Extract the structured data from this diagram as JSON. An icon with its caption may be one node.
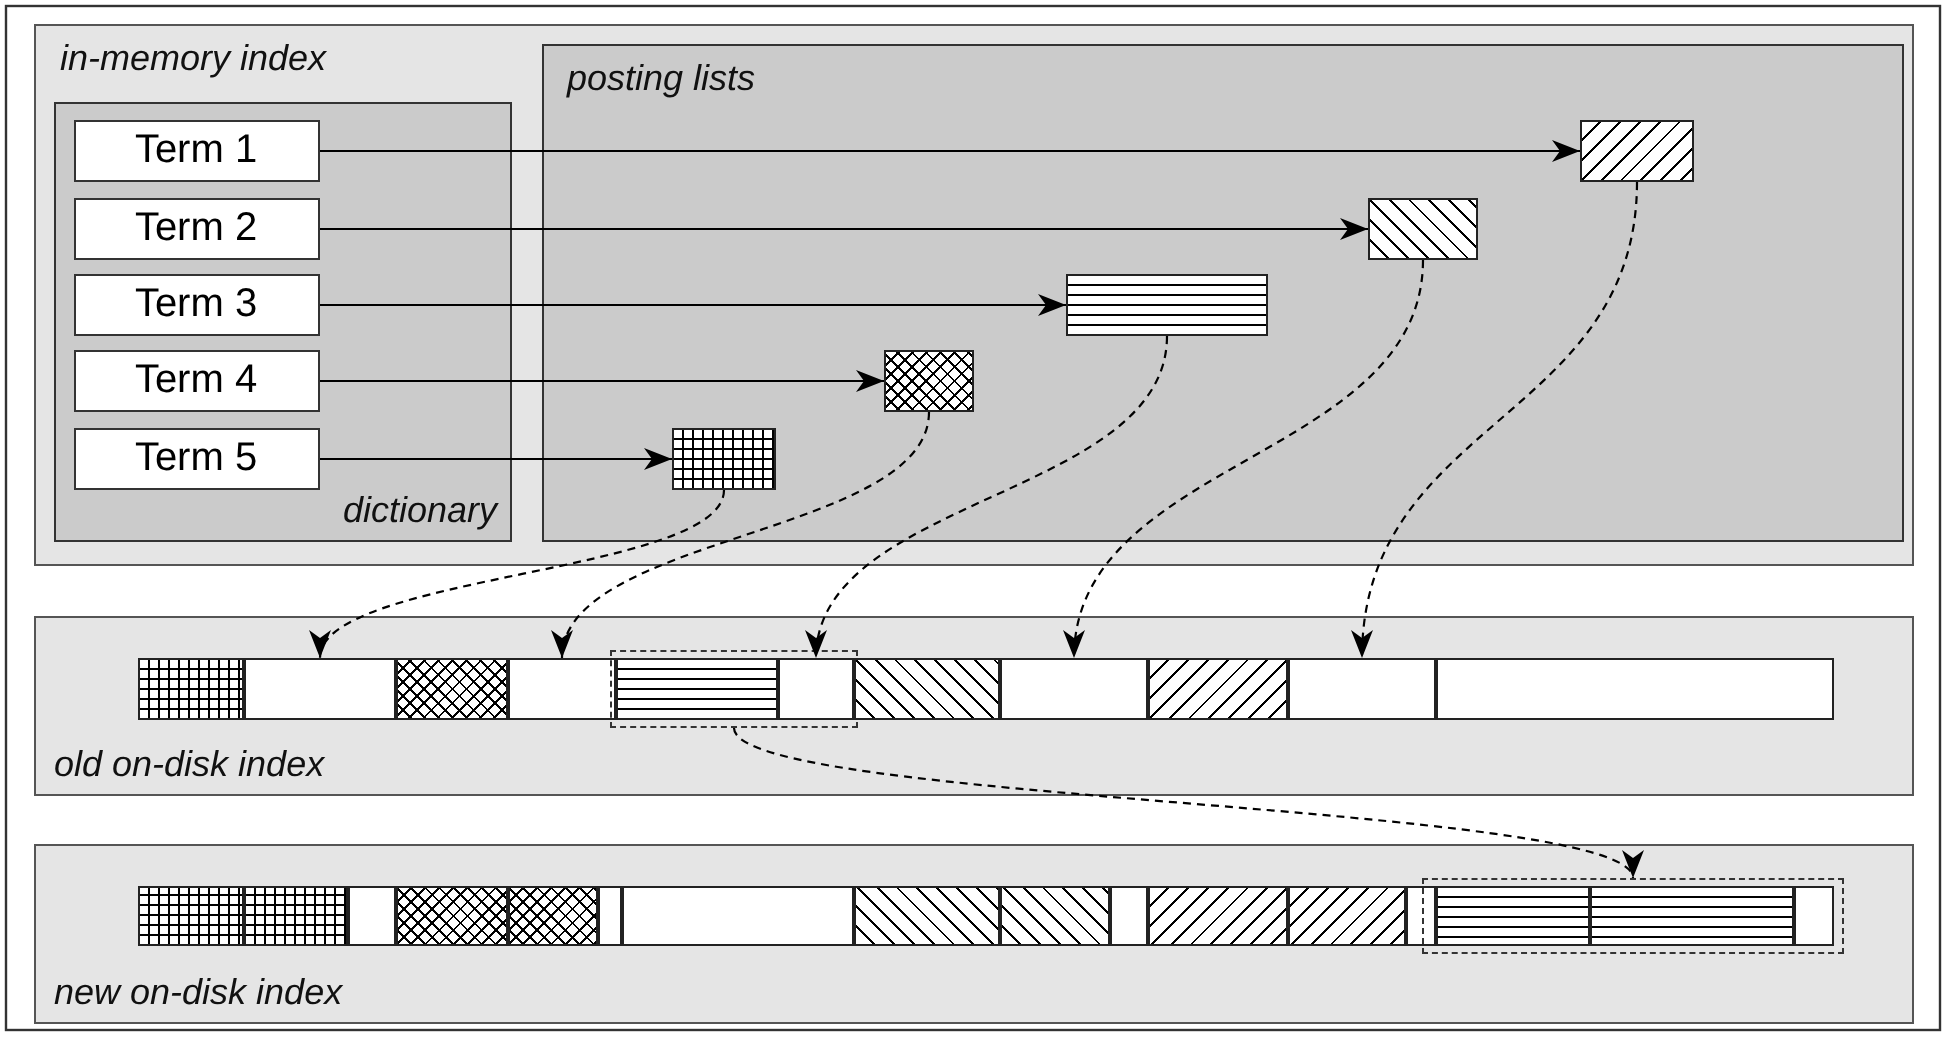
{
  "diagram": {
    "nodes": [
      {
        "text": [
          "in-memory index"
        ]
      },
      {
        "text": [
          "dictionary"
        ],
        "in": 0
      },
      {
        "text": [
          "Term 1"
        ],
        "in": 1
      },
      {
        "text": [
          "Term 2"
        ],
        "in": 1
      },
      {
        "text": [
          "Term 3"
        ],
        "in": 1
      },
      {
        "text": [
          "Term 4"
        ],
        "in": 1
      },
      {
        "text": [
          "Term 5"
        ],
        "in": 1
      },
      {
        "text": [
          "posting lists"
        ],
        "in": 0
      },
      {
        "text": [],
        "shape": "box",
        "in": 7
      },
      {
        "text": [],
        "shape": "box",
        "in": 7
      },
      {
        "text": [],
        "shape": "box",
        "in": 7
      },
      {
        "text": [],
        "shape": "box",
        "in": 7
      },
      {
        "text": [],
        "shape": "box",
        "in": 7
      },
      {
        "text": [
          "old on-disk index"
        ]
      },
      {
        "text": [],
        "shape": "box",
        "in": 13
      },
      {
        "text": [],
        "shape": "box",
        "in": 13
      },
      {
        "text": [],
        "shape": "box",
        "in": 13
      },
      {
        "text": [],
        "shape": "box",
        "in": 13
      },
      {
        "text": [],
        "shape": "box",
        "in": 13
      },
      {
        "text": [],
        "shape": "box",
        "in": 18
      },
      {
        "text": [],
        "shape": "box",
        "in": 18
      },
      {
        "text": [],
        "shape": "box",
        "in": 13
      },
      {
        "text": [],
        "shape": "box",
        "in": 13
      },
      {
        "text": [],
        "shape": "box",
        "in": 13
      },
      {
        "text": [],
        "shape": "box",
        "in": 13
      },
      {
        "text": [],
        "shape": "box",
        "in": 13
      },
      {
        "text": [
          "new on-disk index"
        ]
      },
      {
        "text": [],
        "shape": "box",
        "in": 26
      },
      {
        "text": [],
        "shape": "box",
        "in": 26
      },
      {
        "text": [],
        "shape": "box",
        "in": 26
      },
      {
        "text": [],
        "shape": "box",
        "in": 26
      },
      {
        "text": [],
        "shape": "box",
        "in": 26
      },
      {
        "text": [],
        "shape": "box",
        "in": 26
      },
      {
        "text": [],
        "shape": "box",
        "in": 26
      },
      {
        "text": [],
        "shape": "box",
        "in": 26
      },
      {
        "text": [],
        "shape": "box",
        "in": 26
      },
      {
        "text": [],
        "shape": "box",
        "in": 26
      },
      {
        "text": [],
        "shape": "box",
        "in": 26
      },
      {
        "text": [],
        "shape": "box",
        "in": 26
      },
      {
        "text": [],
        "shape": "box",
        "in": 26
      },
      {
        "text": [],
        "shape": "box",
        "in": 26
      },
      {
        "text": [],
        "shape": "box",
        "in": 40
      },
      {
        "text": [],
        "shape": "box",
        "in": 40
      },
      {
        "text": [],
        "shape": "box",
        "in": 40
      }
    ],
    "edges": [
      {
        "from": 2,
        "to": 8,
        "arrow": "to"
      },
      {
        "from": 3,
        "to": 9,
        "arrow": "to"
      },
      {
        "from": 4,
        "to": 10,
        "arrow": "to"
      },
      {
        "from": 5,
        "to": 11,
        "arrow": "to"
      },
      {
        "from": 6,
        "to": 12,
        "arrow": "to"
      },
      {
        "from": 12,
        "to": 15,
        "arrow": "to",
        "style": "dashed"
      },
      {
        "from": 11,
        "to": 17,
        "arrow": "to",
        "style": "dashed"
      },
      {
        "from": 10,
        "to": 20,
        "arrow": "to",
        "style": "dashed"
      },
      {
        "from": 9,
        "to": 22,
        "arrow": "to",
        "style": "dashed"
      },
      {
        "from": 8,
        "to": 24,
        "arrow": "to",
        "style": "dashed"
      },
      {
        "from": 18,
        "to": 40,
        "arrow": "to",
        "style": "dashed"
      }
    ]
  }
}
